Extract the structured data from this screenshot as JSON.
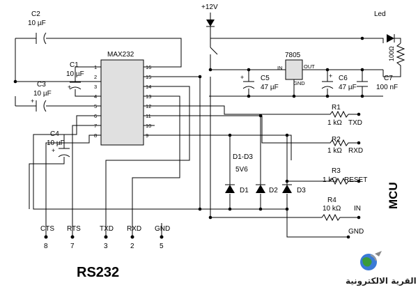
{
  "supply": "+12V",
  "led": "Led",
  "ic": "MAX232",
  "ic_pins_left": [
    "1",
    "2",
    "3",
    "4",
    "5",
    "6",
    "7",
    "8"
  ],
  "ic_pins_right": [
    "16",
    "15",
    "14",
    "13",
    "12",
    "11",
    "10",
    "9"
  ],
  "capacitors": {
    "c1": {
      "name": "C1",
      "value": "10 µF"
    },
    "c2": {
      "name": "C2",
      "value": "10 µF"
    },
    "c3": {
      "name": "C3",
      "value": "10 µF"
    },
    "c4": {
      "name": "C4",
      "value": "10 µF"
    },
    "c5": {
      "name": "C5",
      "value": "47 µF"
    },
    "c6": {
      "name": "C6",
      "value": "47 µF"
    },
    "c7": {
      "name": "C7",
      "value": "100 nF"
    }
  },
  "regulator": {
    "name": "7805",
    "in": "IN",
    "out": "OUT",
    "gnd": "GND"
  },
  "led_resistor": "100Ω",
  "resistors": [
    {
      "name": "R1",
      "value": "1 kΩ",
      "signal": "TXD"
    },
    {
      "name": "R2",
      "value": "1 kΩ",
      "signal": "RXD"
    },
    {
      "name": "R3",
      "value": "1 kΩ",
      "signal": "RESET"
    },
    {
      "name": "R4",
      "value": "10 kΩ",
      "signal": "IN"
    }
  ],
  "mcu_gnd": "GND",
  "diodes": {
    "group": "D1-D3",
    "value": "5V6",
    "labels": [
      "D1",
      "D2",
      "D3"
    ]
  },
  "connector": [
    {
      "name": "CTS",
      "pin": "8"
    },
    {
      "name": "RTS",
      "pin": "7"
    },
    {
      "name": "TXD",
      "pin": "3"
    },
    {
      "name": "RXD",
      "pin": "2"
    },
    {
      "name": "GND",
      "pin": "5"
    }
  ],
  "title": "RS232",
  "mcu": "MCU",
  "logo_text": "القرية الالكترونية"
}
